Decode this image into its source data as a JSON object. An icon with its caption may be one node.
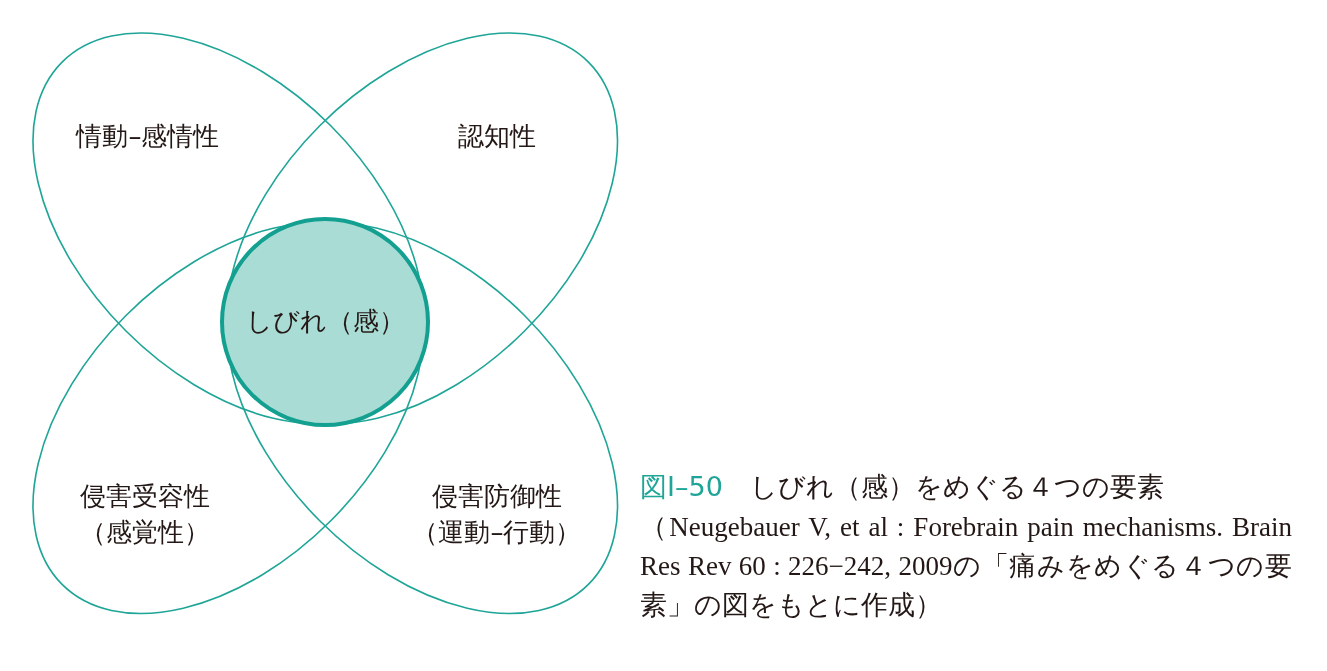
{
  "diagram": {
    "title": "図I–50　しびれ（感）をめぐる４つの要素",
    "caption": "（Neugebauer V, et al : Forebrain pain mechanisms. Brain Res Rev 60 : 226−242, 2009の「痛みをめぐる４つの要素」の図をもとに作成）",
    "nodes": [
      {
        "text": [
          "情動–感情性"
        ]
      },
      {
        "text": [
          "認知性"
        ]
      },
      {
        "text": [
          "しびれ（感）"
        ]
      },
      {
        "text": [
          "侵害受容性",
          "（感覚性）"
        ]
      },
      {
        "text": [
          "侵害防御性",
          "（運動–行動）"
        ]
      }
    ]
  }
}
